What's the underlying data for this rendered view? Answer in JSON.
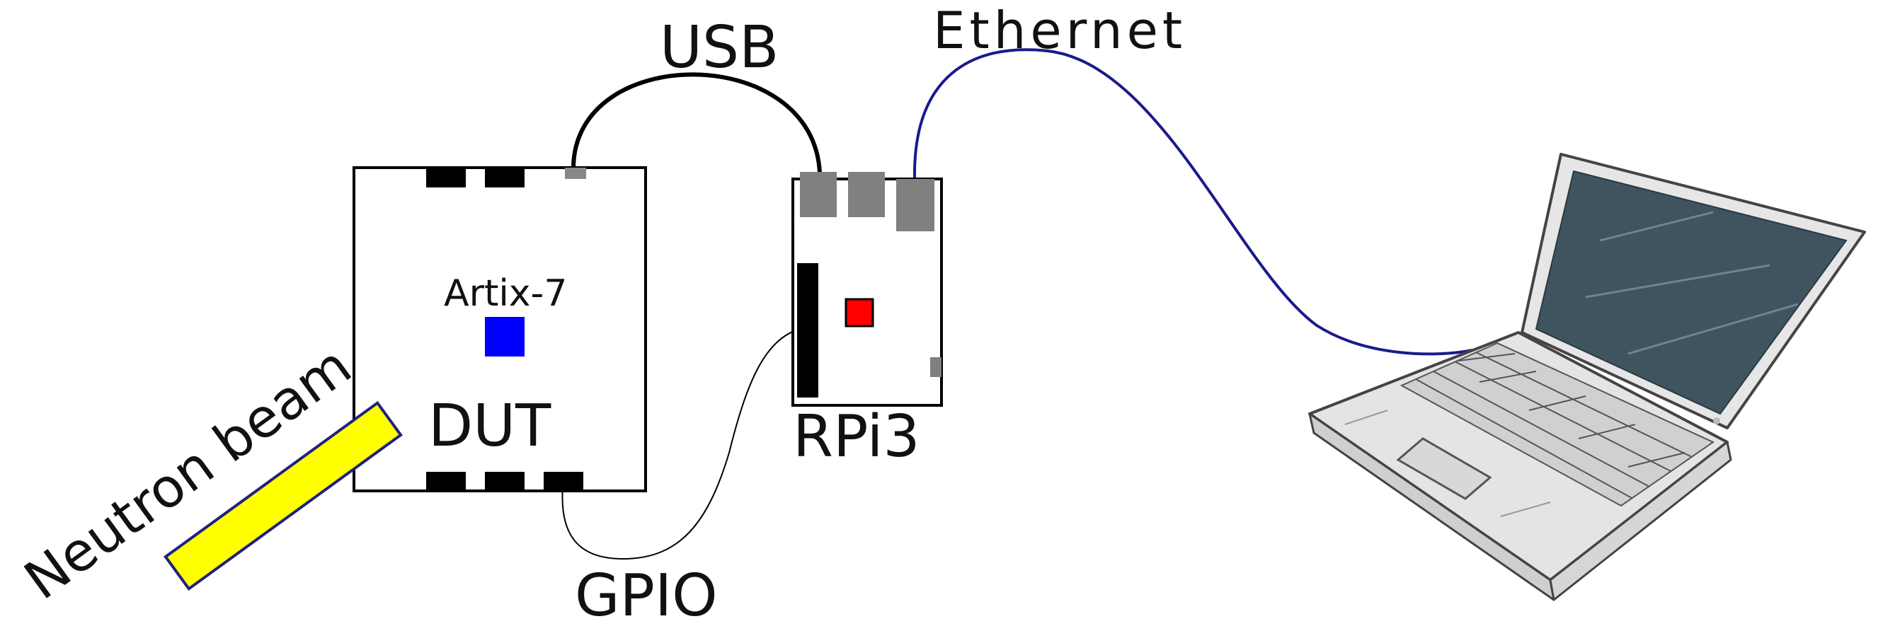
{
  "labels": {
    "usb": "USB",
    "ethernet": "Ethernet",
    "fpga": "Artix-7",
    "dut": "DUT",
    "rpi": "RPi3",
    "beam": "Neutron beam",
    "gpio": "GPIO"
  },
  "colors": {
    "fpga_chip": "#0000ff",
    "rpi_chip": "#ff0000",
    "beam_fill": "#ffff00",
    "beam_border": "#202080",
    "ethernet_cable": "#1a1a8c",
    "usb_cable": "#000000",
    "gpio_wire": "#000000",
    "connector": "#808080",
    "laptop_screen": "#3f545f",
    "laptop_body": "#e4e4e4"
  },
  "icons": {
    "host": "laptop-icon",
    "fpga_chip": "fpga-chip-icon",
    "rpi_chip": "soc-chip-icon"
  }
}
